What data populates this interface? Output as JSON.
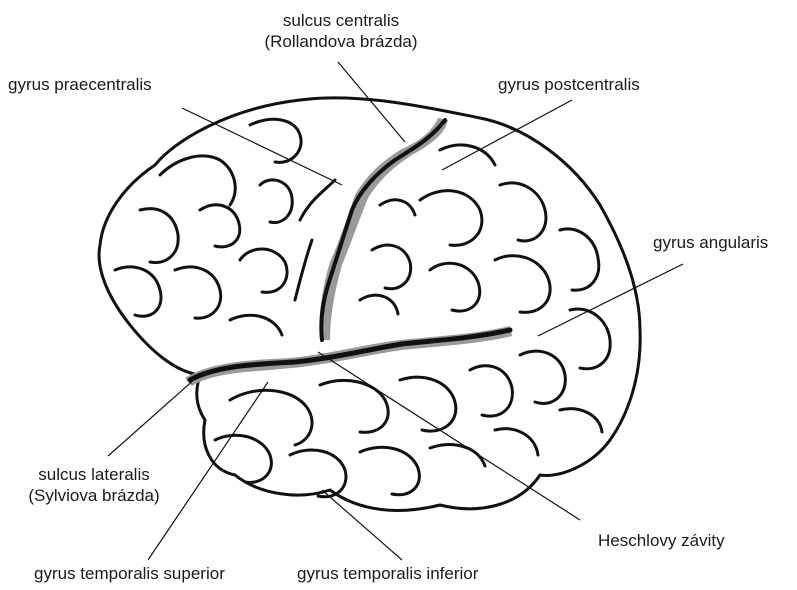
{
  "labels": {
    "sulcus_centralis": {
      "line1": "sulcus centralis",
      "line2": "(Rollandova brázda)"
    },
    "gyrus_praecentralis": "gyrus praecentralis",
    "gyrus_postcentralis": "gyrus postcentralis",
    "gyrus_angularis": "gyrus angularis",
    "sulcus_lateralis": {
      "line1": "sulcus lateralis",
      "line2": "(Sylviova brázda)"
    },
    "heschlovy_zavity": "Heschlovy závity",
    "gyrus_temporalis_superior": "gyrus temporalis superior",
    "gyrus_temporalis_inferior": "gyrus temporalis inferior"
  },
  "colors": {
    "outline": "#111111",
    "sulcus_fill": "#9a9a9a",
    "brain_fill": "#ffffff",
    "leader_line": "#111111"
  }
}
